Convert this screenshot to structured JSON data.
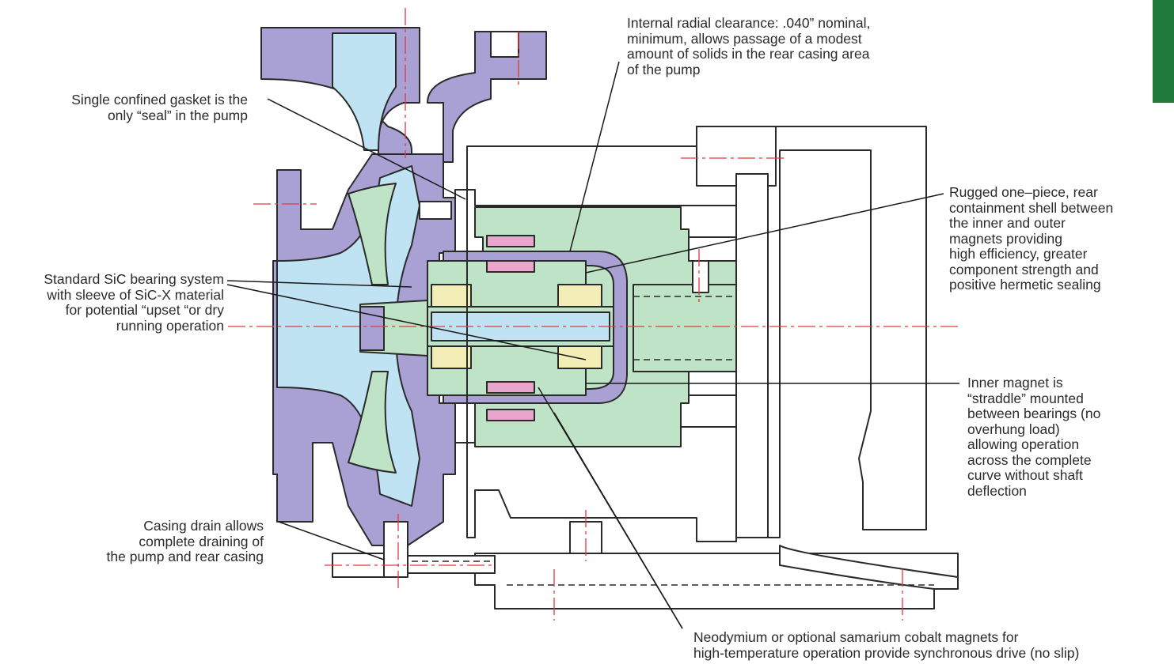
{
  "callouts": {
    "gasket": {
      "lines": [
        "Single confined gasket is the",
        "only “seal” in the pump"
      ]
    },
    "bearing": {
      "lines": [
        "Standard SiC bearing system",
        "with sleeve of SiC-X material",
        "for potential “upset “or dry",
        "running operation"
      ]
    },
    "drain": {
      "lines": [
        "Casing drain allows",
        "complete draining of",
        "the pump and rear casing"
      ]
    },
    "clearance": {
      "lines": [
        "Internal radial clearance: .040” nominal,",
        "minimum, allows passage of a modest",
        "amount of solids in the rear casing area",
        "of the pump"
      ]
    },
    "shell": {
      "lines": [
        "Rugged one–piece, rear",
        "containment shell between",
        "the inner and outer",
        "magnets providing",
        "high efficiency, greater",
        "component strength and",
        "positive hermetic sealing"
      ]
    },
    "inner_magnet": {
      "lines": [
        "Inner magnet is",
        "“straddle” mounted",
        "between bearings (no",
        "overhung load)",
        "allowing operation",
        "across the complete",
        "curve without shaft",
        "deflection"
      ]
    },
    "magnets": {
      "lines": [
        "Neodymium or optional samarium cobalt magnets for",
        "high-temperature operation provide synchronous drive (no slip)"
      ]
    }
  },
  "colors": {
    "casing": "#a9a1d4",
    "fluid": "#bfe3f3",
    "magnet_housing": "#bfe3c6",
    "magnet": "#e8a6cc",
    "bearing": "#f3eeb5",
    "centerline": "#e0393e",
    "outline": "#2a2a2a",
    "tab": "#1f7a3c"
  }
}
